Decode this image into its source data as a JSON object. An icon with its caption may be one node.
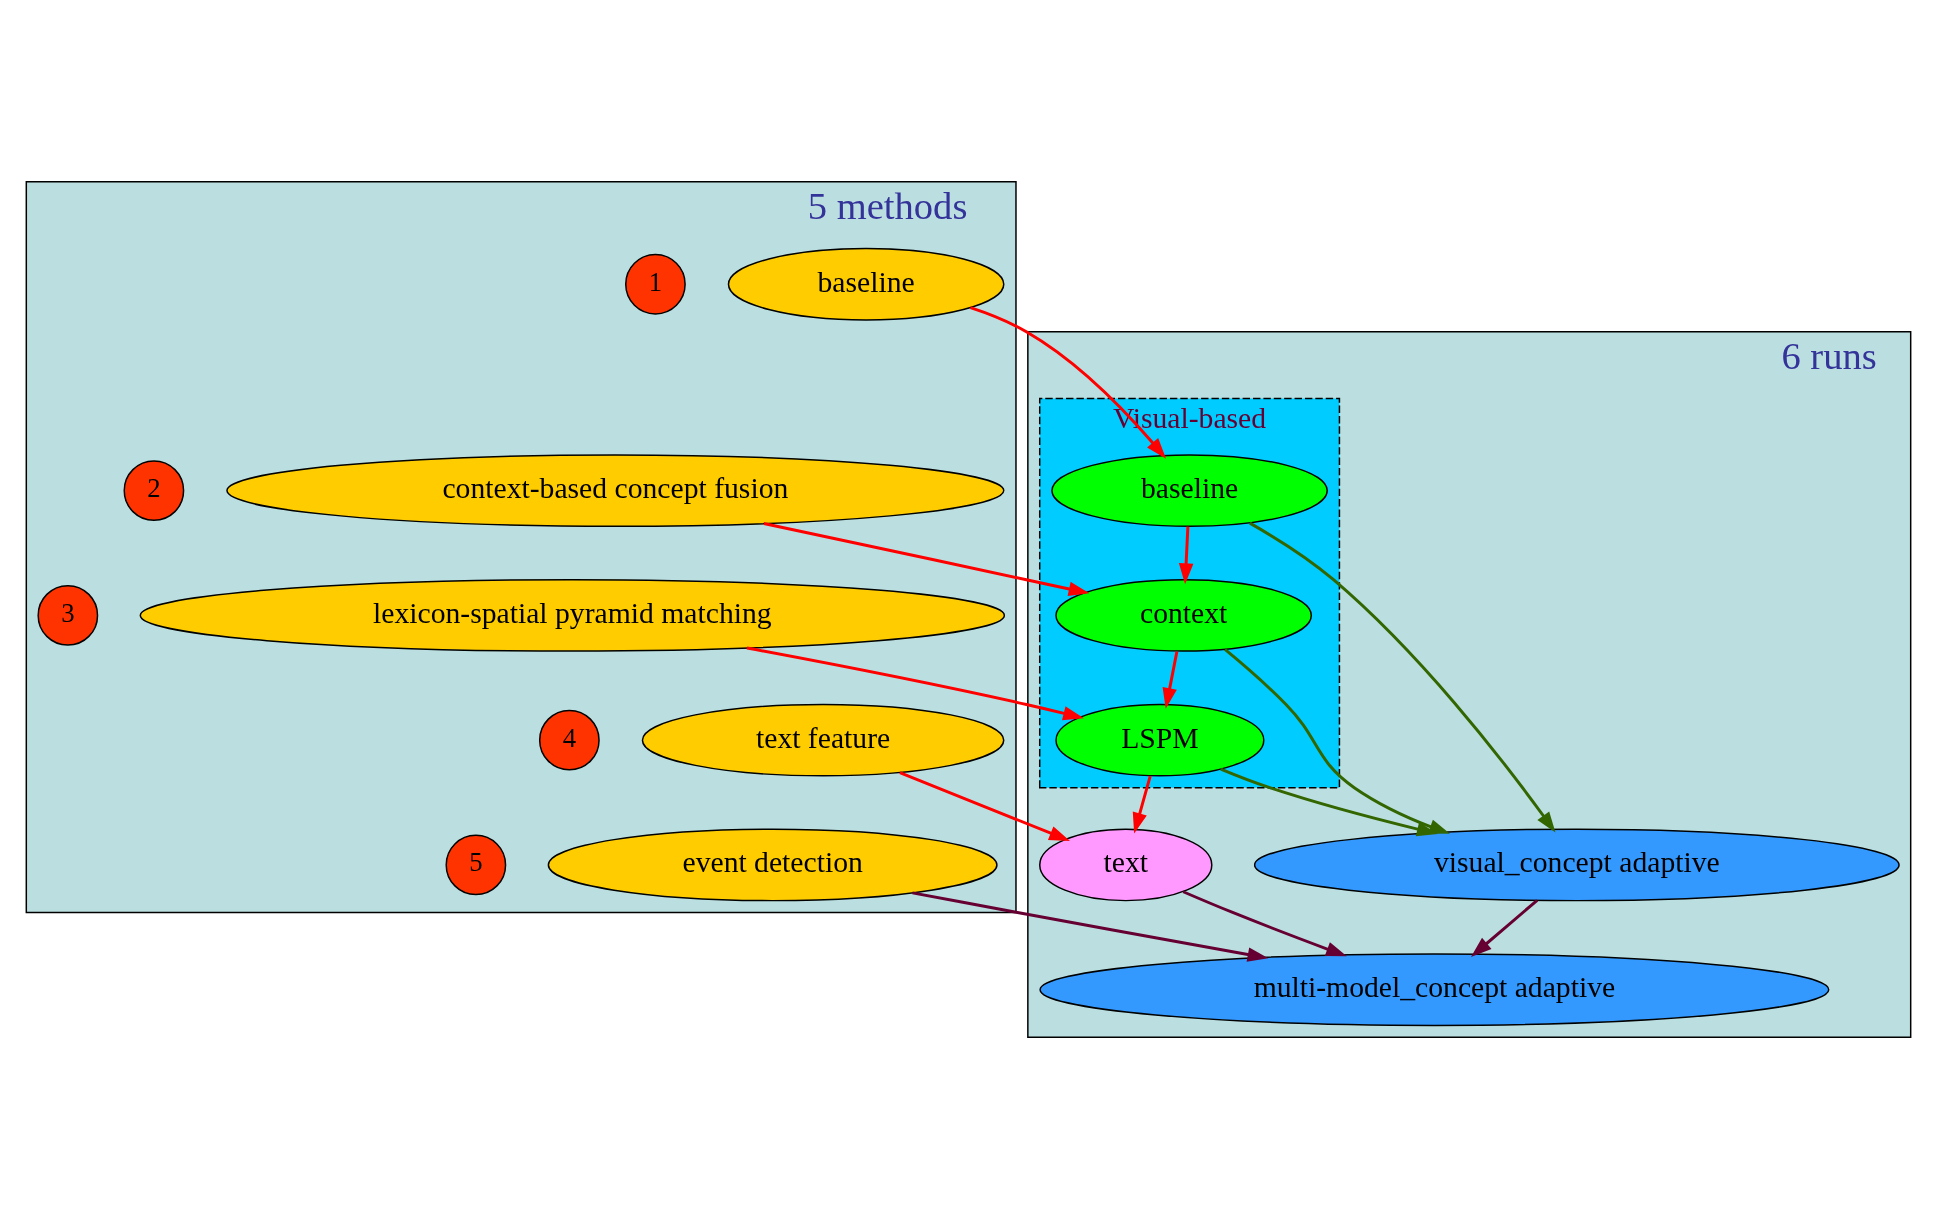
{
  "diagram": {
    "nodes": [
      {
        "text": [
          "5 methods"
        ]
      },
      {
        "text": [
          "1"
        ],
        "in": 0
      },
      {
        "text": [
          "baseline"
        ],
        "in": 0
      },
      {
        "text": [
          "2"
        ],
        "in": 0
      },
      {
        "text": [
          "context-based concept fusion"
        ],
        "in": 0
      },
      {
        "text": [
          "3"
        ],
        "in": 0
      },
      {
        "text": [
          "lexicon-spatial pyramid matching"
        ],
        "in": 0
      },
      {
        "text": [
          "4"
        ],
        "in": 0
      },
      {
        "text": [
          "text feature"
        ],
        "in": 0
      },
      {
        "text": [
          "5"
        ],
        "in": 0
      },
      {
        "text": [
          "event detection"
        ],
        "in": 0
      },
      {
        "text": [
          "6 runs"
        ]
      },
      {
        "text": [
          "Visual-based"
        ],
        "in": 11
      },
      {
        "text": [
          "baseline"
        ],
        "in": 12
      },
      {
        "text": [
          "context"
        ],
        "in": 12
      },
      {
        "text": [
          "LSPM"
        ],
        "in": 12
      },
      {
        "text": [
          "text"
        ],
        "in": 11
      },
      {
        "text": [
          "visual_concept adaptive"
        ],
        "in": 11
      },
      {
        "text": [
          "multi-model_concept adaptive"
        ],
        "in": 11
      }
    ],
    "edges": [
      {
        "from": 2,
        "to": 13,
        "arrow": "to"
      },
      {
        "from": 4,
        "to": 14,
        "arrow": "to"
      },
      {
        "from": 6,
        "to": 15,
        "arrow": "to"
      },
      {
        "from": 8,
        "to": 16,
        "arrow": "to"
      },
      {
        "from": 10,
        "to": 18,
        "arrow": "to",
        "color": "#660033"
      },
      {
        "from": 13,
        "to": 14,
        "arrow": "to"
      },
      {
        "from": 14,
        "to": 15,
        "arrow": "to"
      },
      {
        "from": 15,
        "to": 16,
        "arrow": "to"
      },
      {
        "from": 13,
        "to": 17,
        "arrow": "to",
        "color": "#336600"
      },
      {
        "from": 14,
        "to": 17,
        "arrow": "to",
        "color": "#336600"
      },
      {
        "from": 15,
        "to": 17,
        "arrow": "to",
        "color": "#336600"
      },
      {
        "from": 16,
        "to": 18,
        "arrow": "to",
        "color": "#660033"
      },
      {
        "from": 17,
        "to": 18,
        "arrow": "to",
        "color": "#660033"
      }
    ]
  }
}
